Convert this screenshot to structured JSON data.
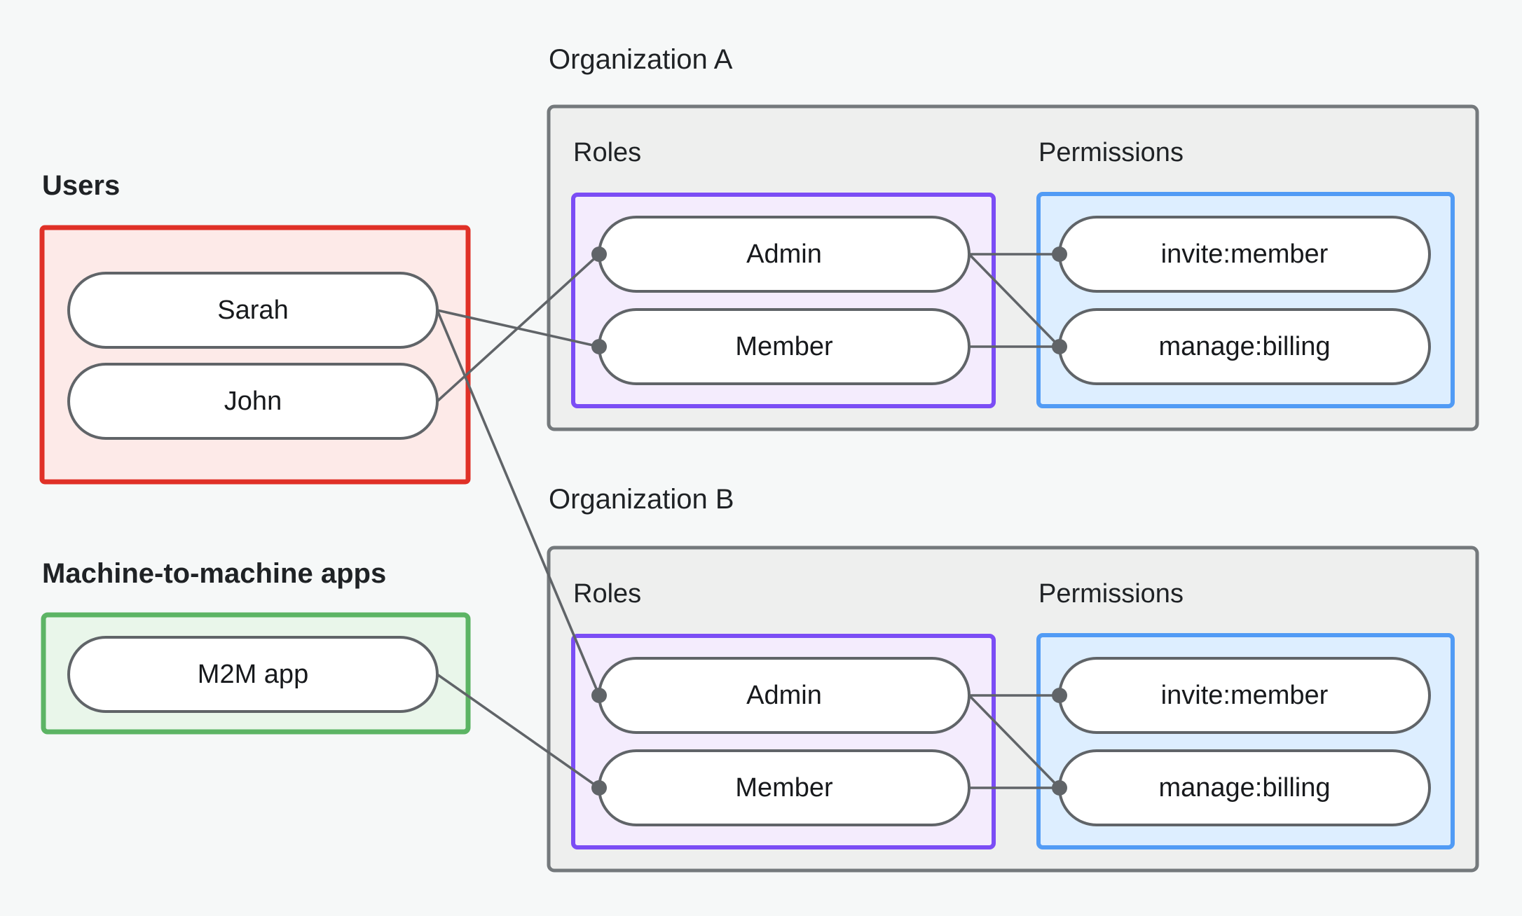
{
  "diagram": {
    "title_visible": false,
    "background_color": "#f6f8f8",
    "groups": {
      "users": {
        "label": "Users",
        "border_color": "#e03127",
        "fill_color": "#fdeae8",
        "nodes": [
          {
            "id": "sarah",
            "label": "Sarah"
          },
          {
            "id": "john",
            "label": "John"
          }
        ]
      },
      "m2m": {
        "label": "Machine-to-machine apps",
        "border_color": "#5cb464",
        "fill_color": "#e9f6ea",
        "nodes": [
          {
            "id": "m2m-app",
            "label": "M2M app"
          }
        ]
      },
      "org_a": {
        "label": "Organization A",
        "border_color": "#74797c",
        "fill_color": "#eeefee",
        "sections": {
          "roles": {
            "label": "Roles",
            "border_color": "#7b4df5",
            "fill_color": "#f4ecfd",
            "nodes": [
              {
                "id": "a-admin",
                "label": "Admin"
              },
              {
                "id": "a-member",
                "label": "Member"
              }
            ]
          },
          "permissions": {
            "label": "Permissions",
            "border_color": "#519bf5",
            "fill_color": "#ddeeff",
            "nodes": [
              {
                "id": "a-invite",
                "label": "invite:member"
              },
              {
                "id": "a-billing",
                "label": "manage:billing"
              }
            ]
          }
        }
      },
      "org_b": {
        "label": "Organization B",
        "border_color": "#74797c",
        "fill_color": "#eeefee",
        "sections": {
          "roles": {
            "label": "Roles",
            "border_color": "#7b4df5",
            "fill_color": "#f4ecfd",
            "nodes": [
              {
                "id": "b-admin",
                "label": "Admin"
              },
              {
                "id": "b-member",
                "label": "Member"
              }
            ]
          },
          "permissions": {
            "label": "Permissions",
            "border_color": "#519bf5",
            "fill_color": "#ddeeff",
            "nodes": [
              {
                "id": "b-invite",
                "label": "invite:member"
              },
              {
                "id": "b-billing",
                "label": "manage:billing"
              }
            ]
          }
        }
      }
    },
    "edges": [
      {
        "from": "john",
        "to": "a-admin",
        "kind": "user-role"
      },
      {
        "from": "sarah",
        "to": "a-member",
        "kind": "user-role"
      },
      {
        "from": "sarah",
        "to": "b-admin",
        "kind": "user-role"
      },
      {
        "from": "m2m-app",
        "to": "b-member",
        "kind": "app-role"
      },
      {
        "from": "a-admin",
        "to": "a-invite",
        "kind": "role-permission"
      },
      {
        "from": "a-admin",
        "to": "a-billing",
        "kind": "role-permission"
      },
      {
        "from": "a-member",
        "to": "a-billing",
        "kind": "role-permission"
      },
      {
        "from": "b-admin",
        "to": "b-invite",
        "kind": "role-permission"
      },
      {
        "from": "b-admin",
        "to": "b-billing",
        "kind": "role-permission"
      },
      {
        "from": "b-member",
        "to": "b-billing",
        "kind": "role-permission"
      }
    ],
    "edge_color": "#606468",
    "node_style": {
      "fill": "#ffffff",
      "stroke": "#606468"
    }
  }
}
